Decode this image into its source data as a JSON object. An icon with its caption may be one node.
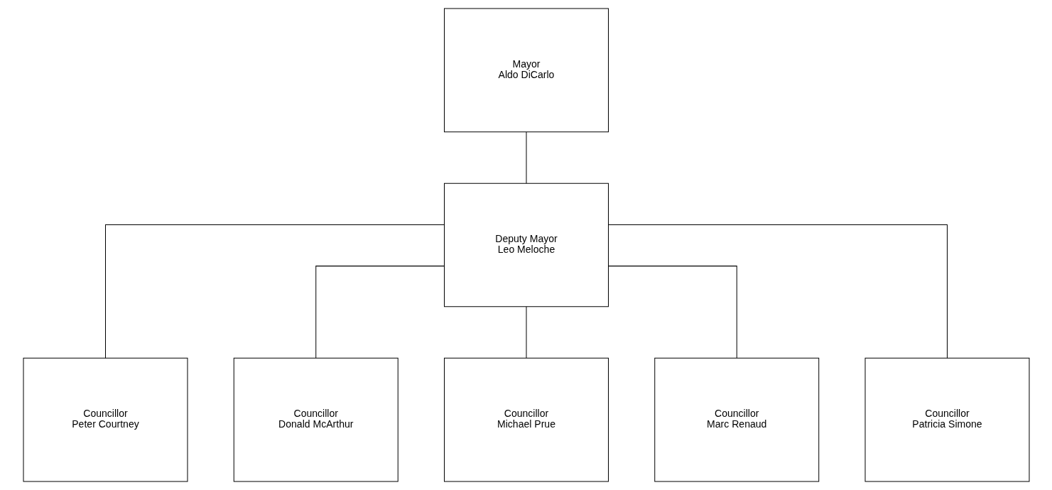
{
  "diagram": {
    "nodes": [
      {
        "text": [
          "Mayor",
          "Aldo DiCarlo"
        ]
      },
      {
        "text": [
          "Deputy Mayor",
          "Leo Meloche"
        ]
      },
      {
        "text": [
          "Councillor",
          "Peter Courtney"
        ]
      },
      {
        "text": [
          "Councillor",
          "Donald McArthur"
        ]
      },
      {
        "text": [
          "Councillor",
          "Michael Prue"
        ]
      },
      {
        "text": [
          "Councillor",
          "Marc Renaud"
        ]
      },
      {
        "text": [
          "Councillor",
          "Patricia Simone"
        ]
      }
    ],
    "edges": [
      {
        "from": 0,
        "to": 1,
        "arrow": "none"
      },
      {
        "from": 1,
        "to": 2,
        "arrow": "none"
      },
      {
        "from": 1,
        "to": 3,
        "arrow": "none"
      },
      {
        "from": 1,
        "to": 4,
        "arrow": "none"
      },
      {
        "from": 1,
        "to": 5,
        "arrow": "none"
      },
      {
        "from": 1,
        "to": 6,
        "arrow": "none"
      }
    ]
  }
}
